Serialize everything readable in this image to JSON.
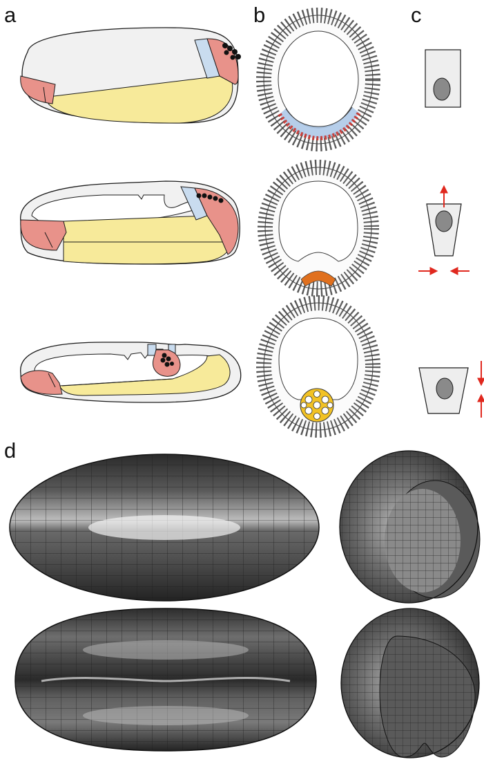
{
  "panel_labels": {
    "a": "a",
    "b": "b",
    "c": "c",
    "d": "d"
  },
  "colors": {
    "background": "#ffffff",
    "embryo_fill": "#f1f1f1",
    "outline": "#1a1a1a",
    "mesoderm_yellow": "#f7ea9a",
    "pole_salmon": "#e8928a",
    "ectoderm_blue": "#c9dcef",
    "pole_cells_black": "#111111",
    "cell_outline": "#3a3a3a",
    "cross_section_red": "#c9332e",
    "cross_section_blue": "#a9c5e6",
    "furrow_orange": "#e0701e",
    "tube_yellow": "#f2c224",
    "cell_fill": "#eeeeee",
    "nucleus_gray": "#8a8a8a",
    "arrow_red": "#e0281e",
    "mesh_dark": "#3b3b3b",
    "mesh_highlight": "#e6e6e6"
  },
  "panels": {
    "a": {
      "rows": [
        "embryo-stage-1",
        "embryo-stage-2",
        "embryo-stage-3"
      ]
    },
    "b": {
      "rows": [
        "cross-section-stage-1",
        "cross-section-stage-2",
        "cross-section-stage-3"
      ]
    },
    "c": {
      "rows": [
        "cell-shape-columnar",
        "cell-shape-apical-constriction",
        "cell-shape-shortening"
      ]
    },
    "d": {
      "rows": [
        "mesh-embryo-surface",
        "mesh-embryo-cutaway"
      ]
    }
  }
}
